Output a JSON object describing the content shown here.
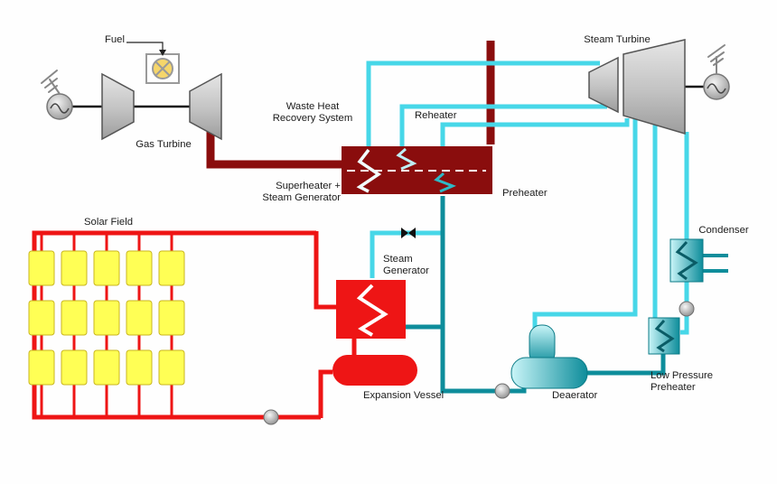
{
  "diagram": {
    "type": "process-flow",
    "labels": {
      "fuel": "Fuel",
      "gas_turbine": "Gas Turbine",
      "whrs_line1": "Waste Heat",
      "whrs_line2": "Recovery System",
      "reheater": "Reheater",
      "superheater_line1": "Superheater +",
      "superheater_line2": "Steam Generator",
      "preheater": "Preheater",
      "steam_turbine": "Steam Turbine",
      "condenser": "Condenser",
      "low_pressure_line1": "Low Pressure",
      "low_pressure_line2": "Preheater",
      "deaerator": "Deaerator",
      "steam_generator_line1": "Steam",
      "steam_generator_line2": "Generator",
      "expansion_vessel": "Expansion Vessel",
      "solar_field": "Solar Field"
    },
    "colors": {
      "steam": "#47d7e8",
      "feedwater": "#0e8d9b",
      "exhaust": "#8a0d0d",
      "solar": "#ee1515",
      "panel": "#ffff55"
    },
    "solar_field": {
      "columns": 5,
      "rows": 3
    }
  }
}
